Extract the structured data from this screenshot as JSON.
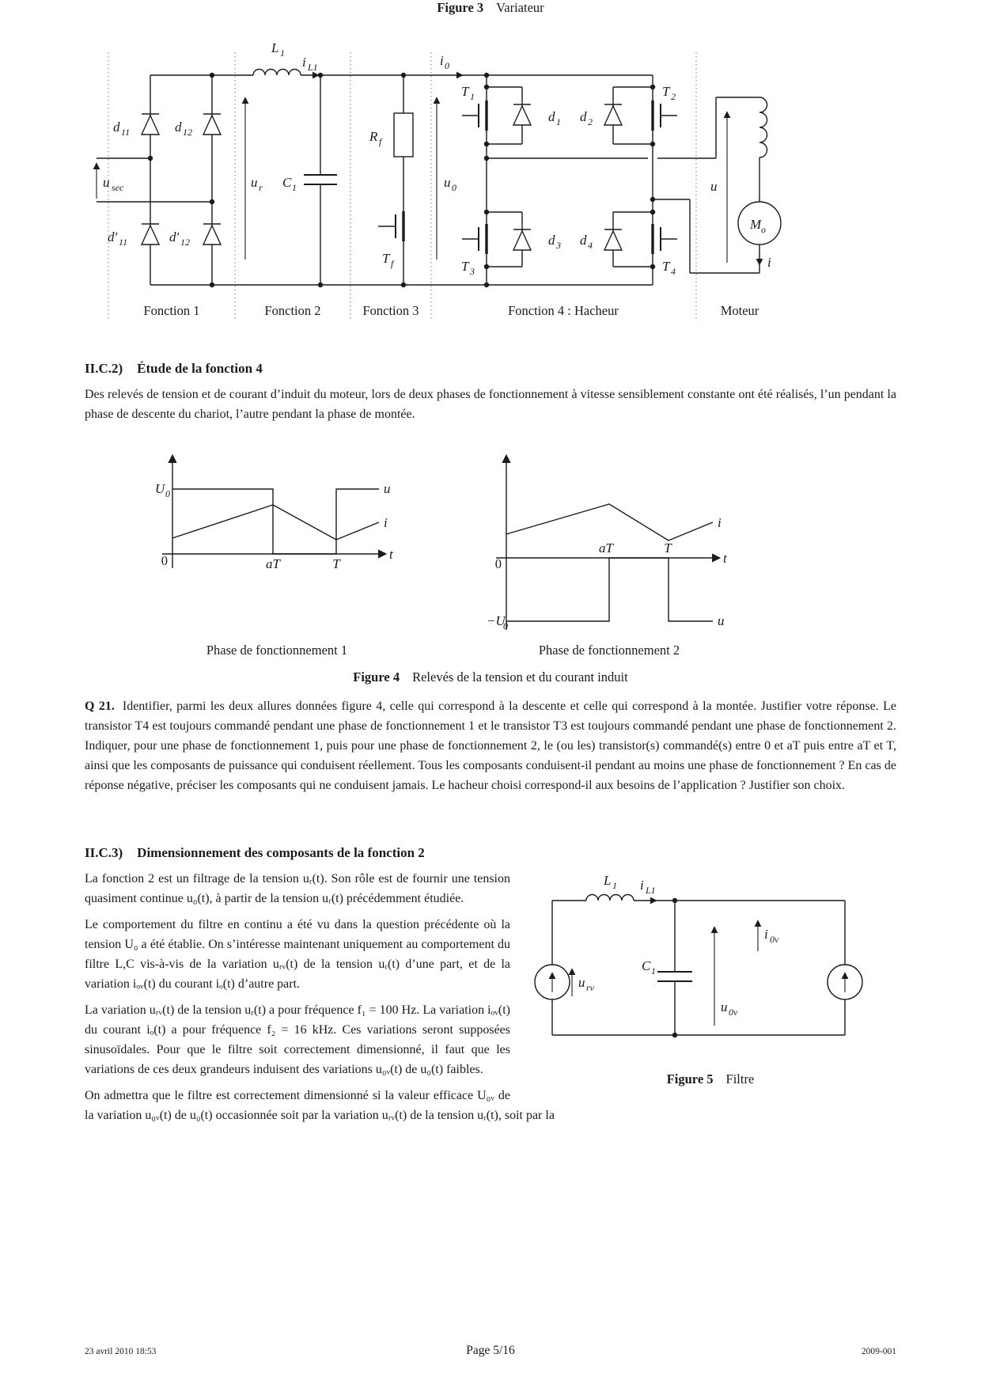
{
  "fig3": {
    "caption_label": "Figure 3",
    "caption_text": "Variateur",
    "sections": {
      "f1": "Fonction 1",
      "f2": "Fonction 2",
      "f3": "Fonction 3",
      "f4": "Fonction 4 : Hacheur",
      "moteur": "Moteur"
    },
    "labels": {
      "L1": {
        "b": "L",
        "s": "1"
      },
      "iL1": {
        "b": "i",
        "s": "L1"
      },
      "i0": {
        "b": "i",
        "s": "0"
      },
      "usec": {
        "b": "u",
        "s": "sec"
      },
      "d11": {
        "b": "d",
        "s": "11"
      },
      "d12": {
        "b": "d",
        "s": "12"
      },
      "d11p": {
        "b": "d′",
        "s": "11"
      },
      "d12p": {
        "b": "d′",
        "s": "12"
      },
      "ur": {
        "b": "u",
        "s": "r"
      },
      "C1": {
        "b": "C",
        "s": "1"
      },
      "Rf": {
        "b": "R",
        "s": "f"
      },
      "Tf": {
        "b": "T",
        "s": "f"
      },
      "u0": {
        "b": "u",
        "s": "0"
      },
      "T1": {
        "b": "T",
        "s": "1"
      },
      "T2": {
        "b": "T",
        "s": "2"
      },
      "T3": {
        "b": "T",
        "s": "3"
      },
      "T4": {
        "b": "T",
        "s": "4"
      },
      "d1": {
        "b": "d",
        "s": "1"
      },
      "d2": {
        "b": "d",
        "s": "2"
      },
      "d3": {
        "b": "d",
        "s": "3"
      },
      "d4": {
        "b": "d",
        "s": "4"
      },
      "u": {
        "b": "u",
        "s": ""
      },
      "Mo": {
        "b": "M",
        "s": "o"
      },
      "i": {
        "b": "i",
        "s": ""
      }
    }
  },
  "iic2": {
    "num": "II.C.2)",
    "title": "Étude de la fonction 4",
    "intro": "Des relevés de tension et de courant d’induit du moteur, lors de deux phases de fonctionnement à vitesse sensiblement constante ont été réalisés, l’un pendant la phase de descente du chariot, l’autre pendant la phase de montée."
  },
  "fig4": {
    "caption_label": "Figure 4",
    "caption_text": "Relevés de la tension et du courant induit",
    "left": {
      "title": "Phase de fonctionnement 1",
      "U0": {
        "b": "U",
        "s": "0"
      },
      "zero": "0",
      "aT": "aT",
      "T": "T",
      "t": "t",
      "u": "u",
      "i": "i"
    },
    "right": {
      "title": "Phase de fonctionnement 2",
      "mU0": {
        "b": "−U",
        "s": "0"
      },
      "zero": "0",
      "aT": "aT",
      "T": "T",
      "t": "t",
      "u": "u",
      "i": "i"
    }
  },
  "q21": {
    "label": "Q 21.",
    "text": "Identifier, parmi les deux allures données figure 4, celle qui correspond à la descente et celle qui correspond à la montée. Justifier votre réponse. Le transistor T4 est toujours commandé pendant une phase de fonctionnement 1 et le transistor T3 est toujours commandé pendant une phase de fonctionnement 2. Indiquer, pour une phase de fonctionnement 1, puis pour une phase de fonctionnement 2, le (ou les) transistor(s) commandé(s) entre 0 et aT puis entre aT et T, ainsi que les composants de puissance qui conduisent réellement. Tous les composants conduisent-il pendant au moins une phase de fonctionnement ? En cas de réponse négative, préciser les composants qui ne conduisent jamais. Le hacheur choisi correspond-il aux besoins de l’application ? Justifier son choix."
  },
  "iic3": {
    "num": "II.C.3)",
    "title": "Dimensionnement des composants de la fonction 2",
    "p1": "La fonction 2 est un filtrage de la tension uᵣ(t). Son rôle est de fournir une tension quasiment continue u₀(t), à partir de la tension uᵣ(t) précédemment étudiée.",
    "p2": "Le comportement du filtre en continu a été vu dans la question précédente où la tension U₀ a été établie. On s’intéresse maintenant uniquement au comportement du filtre L,C vis-à-vis de la variation uᵣᵥ(t) de la tension uᵣ(t) d’une part, et de la variation iₒᵥ(t) du courant iₒ(t) d’autre part.",
    "p3": "La variation uᵣᵥ(t) de la tension uᵣ(t) a pour fréquence f₁ = 100 Hz. La variation iₒᵥ(t) du courant iₒ(t) a pour fréquence f₂ = 16 kHz. Ces variations seront supposées sinusoïdales. Pour que le filtre soit correctement dimensionné, il faut que les variations de ces deux grandeurs induisent des variations u₀ᵥ(t) de u₀(t) faibles.",
    "p4": "On admettra que le filtre est correctement dimensionné si la valeur efficace U₀ᵥ de la variation u₀ᵥ(t) de u₀(t) occasionnée soit par la variation uᵣᵥ(t) de la tension uᵣ(t), soit par la"
  },
  "fig5": {
    "caption_label": "Figure 5",
    "caption_text": "Filtre",
    "labels": {
      "L1": {
        "b": "L",
        "s": "1"
      },
      "iL1": {
        "b": "i",
        "s": "L1"
      },
      "urv": {
        "b": "u",
        "s": "rv"
      },
      "C1": {
        "b": "C",
        "s": "1"
      },
      "u0v": {
        "b": "u",
        "s": "0v"
      },
      "i0v": {
        "b": "i",
        "s": "0v"
      }
    }
  },
  "footer": {
    "left": "23 avril 2010 18:53",
    "center": "Page 5/16",
    "right": "2009-001"
  }
}
